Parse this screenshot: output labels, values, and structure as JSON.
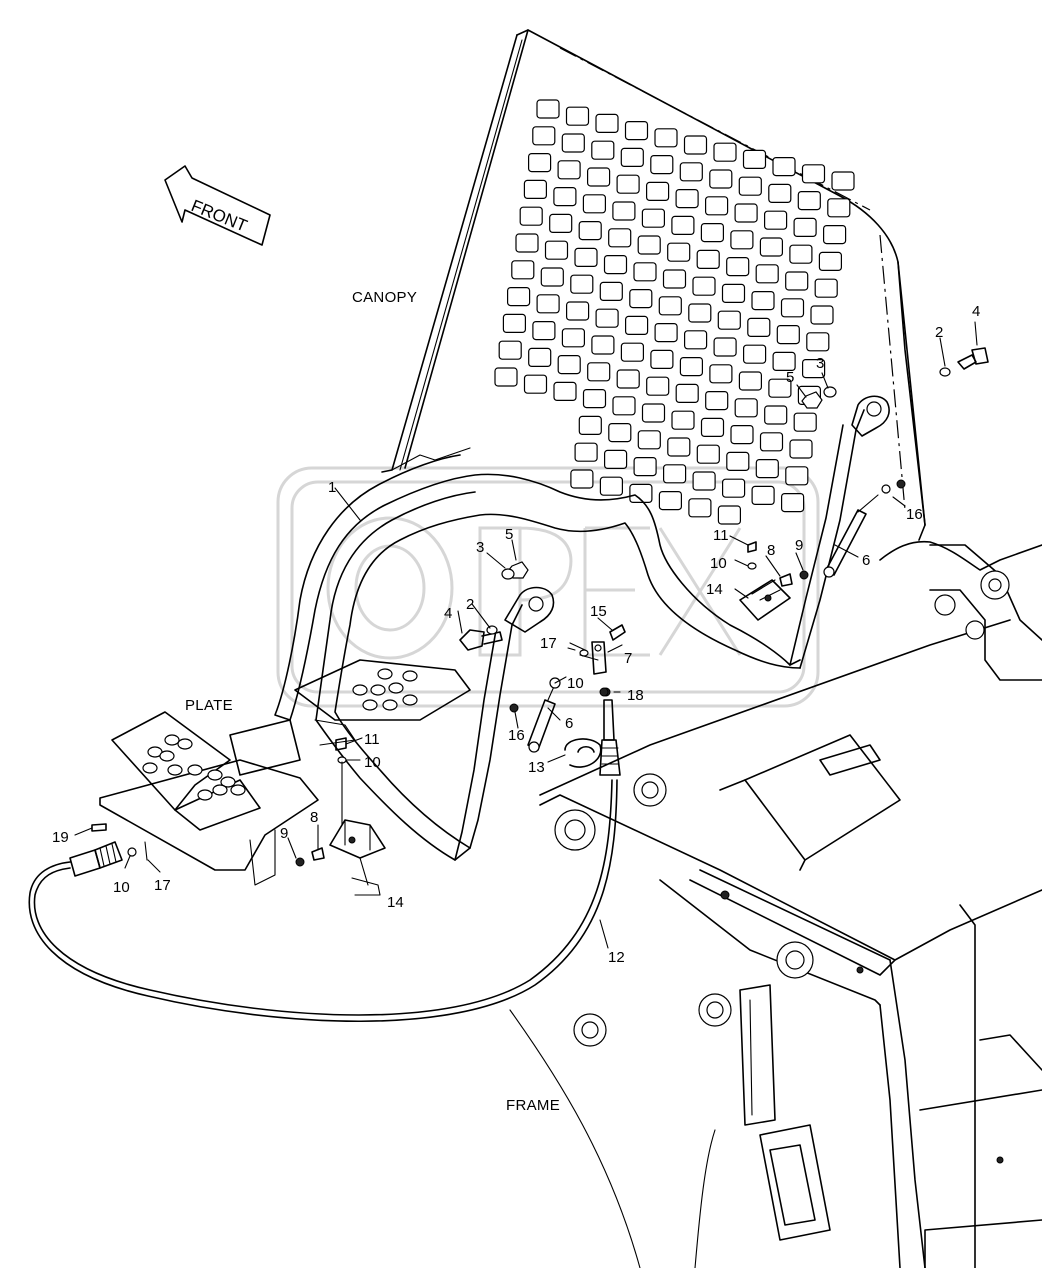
{
  "diagram": {
    "arrow_text": "FRONT",
    "assembly_labels": {
      "canopy": "CANOPY",
      "plate": "PLATE",
      "frame": "FRAME"
    },
    "callouts": [
      {
        "id": "c1",
        "text": "1"
      },
      {
        "id": "c2a",
        "text": "2"
      },
      {
        "id": "c2b",
        "text": "2"
      },
      {
        "id": "c3a",
        "text": "3"
      },
      {
        "id": "c3b",
        "text": "3"
      },
      {
        "id": "c4a",
        "text": "4"
      },
      {
        "id": "c4b",
        "text": "4"
      },
      {
        "id": "c5a",
        "text": "5"
      },
      {
        "id": "c5b",
        "text": "5"
      },
      {
        "id": "c6a",
        "text": "6"
      },
      {
        "id": "c6b",
        "text": "6"
      },
      {
        "id": "c7",
        "text": "7"
      },
      {
        "id": "c8a",
        "text": "8"
      },
      {
        "id": "c8b",
        "text": "8"
      },
      {
        "id": "c9a",
        "text": "9"
      },
      {
        "id": "c9b",
        "text": "9"
      },
      {
        "id": "c10a",
        "text": "10"
      },
      {
        "id": "c10b",
        "text": "10"
      },
      {
        "id": "c10c",
        "text": "10"
      },
      {
        "id": "c10d",
        "text": "10"
      },
      {
        "id": "c11a",
        "text": "11"
      },
      {
        "id": "c11b",
        "text": "11"
      },
      {
        "id": "c12",
        "text": "12"
      },
      {
        "id": "c13",
        "text": "13"
      },
      {
        "id": "c14a",
        "text": "14"
      },
      {
        "id": "c14b",
        "text": "14"
      },
      {
        "id": "c15",
        "text": "15"
      },
      {
        "id": "c16a",
        "text": "16"
      },
      {
        "id": "c16b",
        "text": "16"
      },
      {
        "id": "c17a",
        "text": "17"
      },
      {
        "id": "c17b",
        "text": "17"
      },
      {
        "id": "c18",
        "text": "18"
      },
      {
        "id": "c19",
        "text": "19"
      }
    ]
  }
}
